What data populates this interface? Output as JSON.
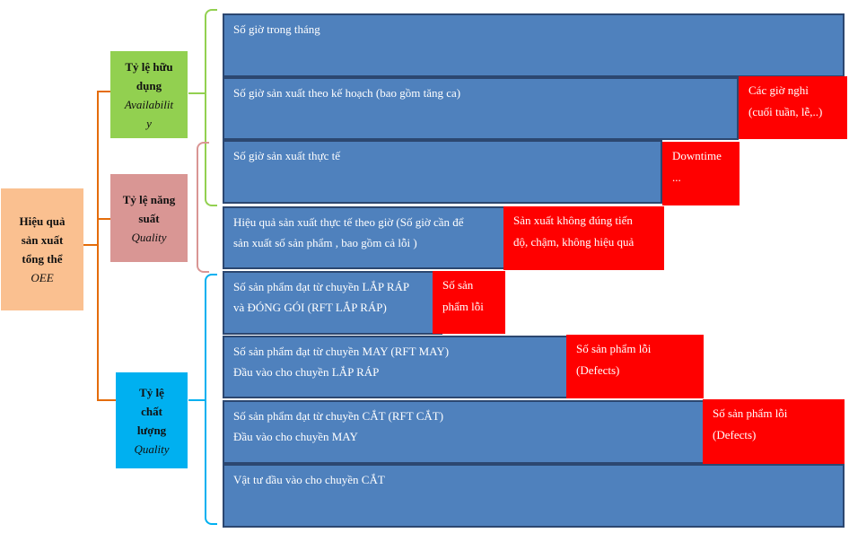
{
  "oee": {
    "line1": "Hiệu quả",
    "line2": "sản xuất",
    "line3": "tổng thể",
    "sub": "OEE"
  },
  "availability": {
    "line1": "Tỷ lệ hữu",
    "line2": "dụng",
    "sub1": "Availabilit",
    "sub2": "y"
  },
  "performance": {
    "line1": "Tỷ lệ năng",
    "line2": "suất",
    "sub": "Quality"
  },
  "quality": {
    "line1": "Tỷ lệ",
    "line2": "chất",
    "line3": "lượng",
    "sub": "Quality"
  },
  "bars": [
    {
      "text1": "Số giờ trong tháng",
      "text2": ""
    },
    {
      "text1": "Số giờ sản xuất theo kế hoạch (bao gồm tăng ca)",
      "text2": ""
    },
    {
      "text1": "Số giờ sản xuất thực tế",
      "text2": ""
    },
    {
      "text1": "Hiệu quả sản xuất thực tế theo giờ (Số giờ cần để",
      "text2": "sản xuất số sản phẩm , bao gồm cả lỗi )"
    },
    {
      "text1": "Số sản phẩm đạt từ chuyền LẮP RÁP",
      "text2": "và ĐÓNG GÓI (RFT LẮP RÁP)"
    },
    {
      "text1": "Số sản phẩm đạt từ chuyền MAY (RFT MAY)",
      "text2": "Đầu vào cho chuyền LẮP RÁP"
    },
    {
      "text1": "Số sản phẩm đạt từ chuyền CẮT (RFT CẮT)",
      "text2": "Đầu vào cho chuyền MAY"
    },
    {
      "text1": "Vật tư đầu vào cho chuyền CẮT",
      "text2": ""
    }
  ],
  "losses": [
    {
      "text1": "Các giờ nghỉ",
      "text2": "(cuối tuần, lễ,..)"
    },
    {
      "text1": "Downtime",
      "text2": "..."
    },
    {
      "text1": "Sản xuất không đúng tiến",
      "text2": "độ, chậm, không hiệu quả"
    },
    {
      "text1": "Số sản",
      "text2": "phẩm lỗi"
    },
    {
      "text1": "Số sản phẩm lỗi",
      "text2": "(Defects)"
    },
    {
      "text1": "Số sản phẩm lỗi",
      "text2": "(Defects)"
    }
  ],
  "colors": {
    "oee_box": "#fac090",
    "availability_box": "#92d050",
    "performance_box": "#d99694",
    "quality_box": "#00b0f0",
    "bar": "#4f81bd",
    "loss": "#ff0000"
  }
}
